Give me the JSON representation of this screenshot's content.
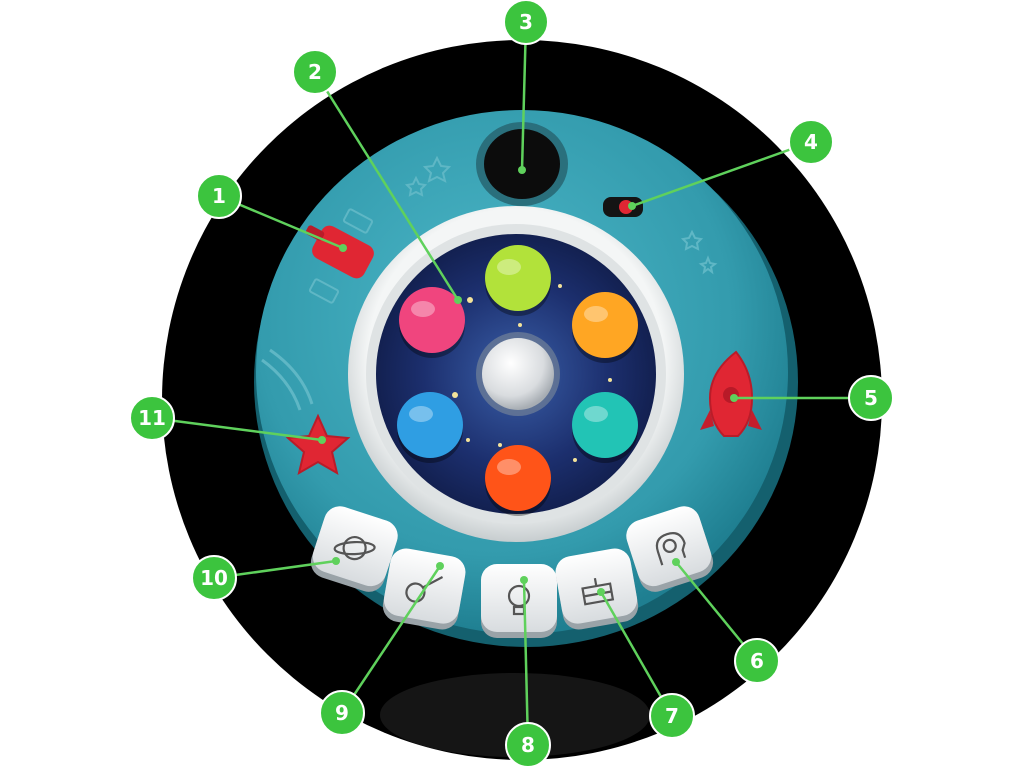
{
  "colors": {
    "backdrop": "#000000",
    "toy_body": "#3aa3b5",
    "toy_body_dark": "#1f7f91",
    "rim": "#e9ecec",
    "space_panel": "#1c2f6e",
    "red_part": "#e02633",
    "callout_green": "#3cc43e",
    "callout_line": "#5fd15c"
  },
  "buttons": [
    {
      "name": "green-pop-button",
      "color": "#b2e23a"
    },
    {
      "name": "orange-pop-button",
      "color": "#ffa623"
    },
    {
      "name": "teal-pop-button",
      "color": "#22c4b5"
    },
    {
      "name": "red-orange-pop-button",
      "color": "#ff5418"
    },
    {
      "name": "blue-pop-button",
      "color": "#2f9ee3"
    },
    {
      "name": "pink-pop-button",
      "color": "#f0457e"
    },
    {
      "name": "white-center-button",
      "color": "#eeeeee"
    }
  ],
  "mode_keys": [
    {
      "name": "planet-mode-key",
      "icon": "planet-icon"
    },
    {
      "name": "guitar-mode-key",
      "icon": "guitar-icon"
    },
    {
      "name": "lightbulb-mode-key",
      "icon": "lightbulb-icon"
    },
    {
      "name": "cake-mode-key",
      "icon": "cake-icon"
    },
    {
      "name": "gears-head-mode-key",
      "icon": "gears-head-icon"
    }
  ],
  "callouts": [
    {
      "number": "1"
    },
    {
      "number": "2"
    },
    {
      "number": "3"
    },
    {
      "number": "4"
    },
    {
      "number": "5"
    },
    {
      "number": "6"
    },
    {
      "number": "7"
    },
    {
      "number": "8"
    },
    {
      "number": "9"
    },
    {
      "number": "10"
    },
    {
      "number": "11"
    }
  ]
}
